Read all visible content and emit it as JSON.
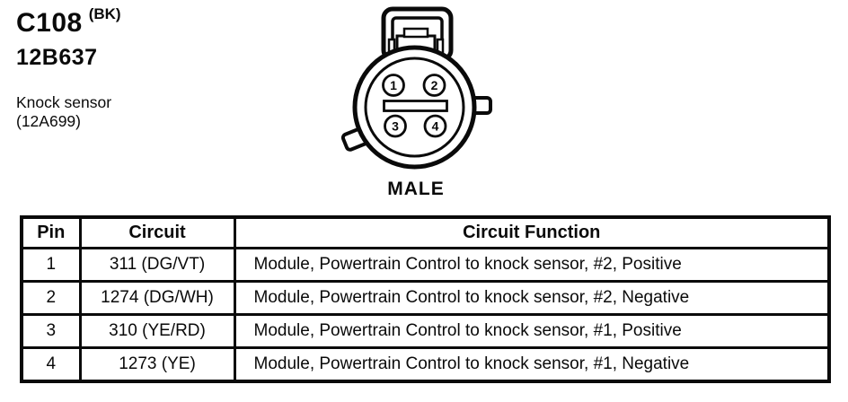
{
  "header": {
    "connector_id": "C108",
    "connector_color_code": "(BK)",
    "part_number": "12B637",
    "component_name": "Knock sensor",
    "component_part_number": "(12A699)"
  },
  "connector": {
    "gender_label": "MALE",
    "pins": [
      "1",
      "2",
      "3",
      "4"
    ]
  },
  "table": {
    "columns": {
      "pin": "Pin",
      "circuit": "Circuit",
      "function": "Circuit Function"
    },
    "rows": [
      {
        "pin": "1",
        "circuit": "311 (DG/VT)",
        "function": "Module, Powertrain Control to knock sensor, #2, Positive"
      },
      {
        "pin": "2",
        "circuit": "1274 (DG/WH)",
        "function": "Module, Powertrain Control to knock sensor, #2, Negative"
      },
      {
        "pin": "3",
        "circuit": "310 (YE/RD)",
        "function": "Module, Powertrain Control to knock sensor, #1, Positive"
      },
      {
        "pin": "4",
        "circuit": "1273 (YE)",
        "function": "Module, Powertrain Control to knock sensor, #1, Negative"
      }
    ]
  },
  "colors": {
    "ink": "#0a0a0a",
    "paper": "#ffffff"
  }
}
